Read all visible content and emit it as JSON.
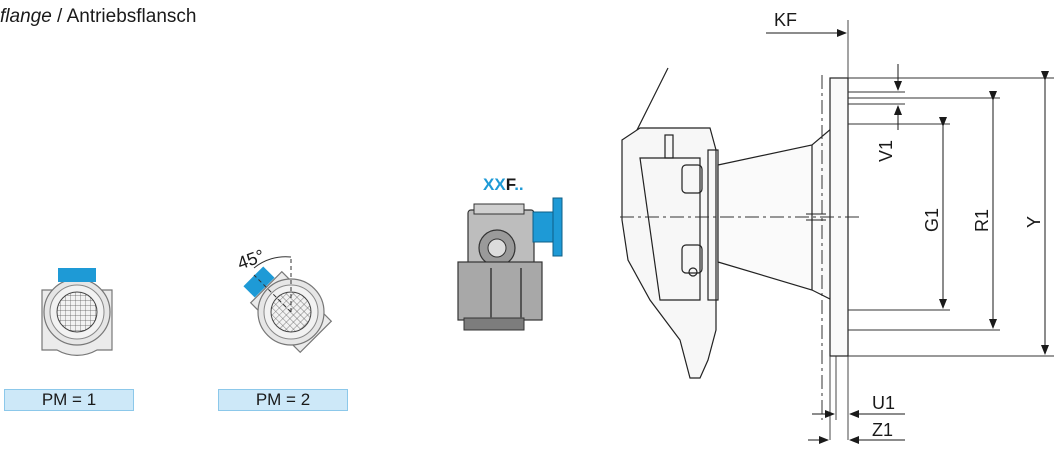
{
  "title": {
    "italic_part": "flange",
    "separator": " / ",
    "rest": "Antriebsflansch"
  },
  "positions": [
    {
      "label": "PM = 1"
    },
    {
      "label": "PM = 2",
      "angle_label": "45°"
    }
  ],
  "model": {
    "prefix": "XX",
    "suffix": "F",
    "dots": ".."
  },
  "dimensions": {
    "kf": "KF",
    "v1": "V1",
    "g1": "G1",
    "r1": "R1",
    "y": "Y",
    "u1": "U1",
    "z1": "Z1"
  },
  "colors": {
    "accent": "#1e9ad6",
    "pm_fill": "#cde8f8",
    "pm_border": "#8cc8ea"
  }
}
